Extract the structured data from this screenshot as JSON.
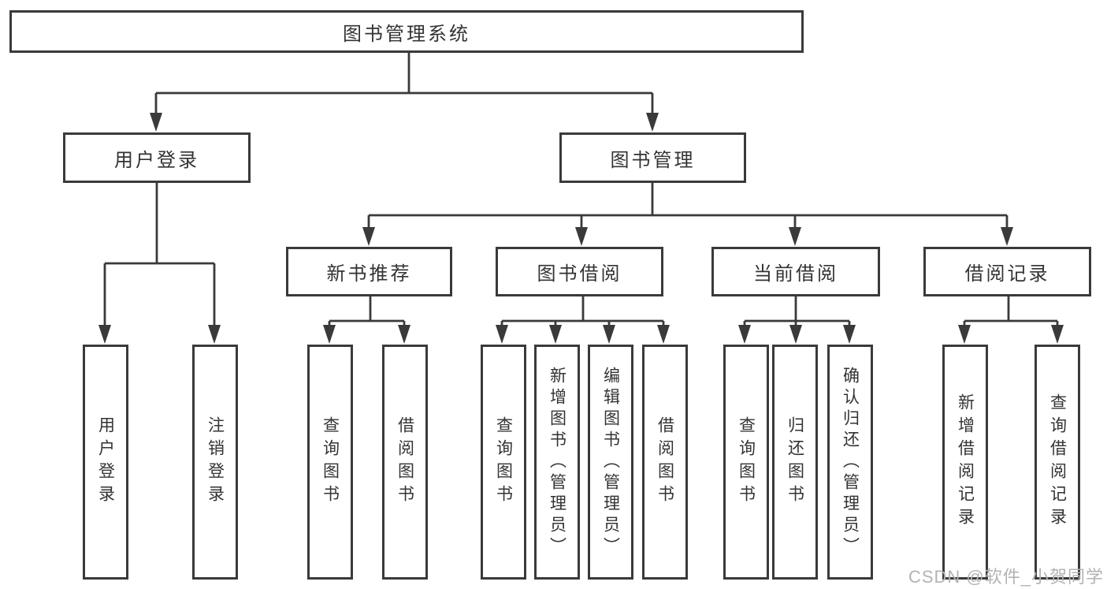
{
  "colors": {
    "line": "#3a3a3a",
    "text": "#333333",
    "watermark": "#b3b3b3",
    "background": "#ffffff"
  },
  "watermark": "CSDN @软件_小贺同学",
  "tree": {
    "root": "图书管理系统",
    "branches": [
      {
        "label": "用户登录",
        "children": [
          "用户登录",
          "注销登录"
        ]
      },
      {
        "label": "图书管理",
        "children": [
          {
            "label": "新书推荐",
            "children": [
              "查询图书",
              "借阅图书"
            ]
          },
          {
            "label": "图书借阅",
            "children": [
              "查询图书",
              "新增图书（管理员）",
              "编辑图书（管理员）",
              "借阅图书"
            ]
          },
          {
            "label": "当前借阅",
            "children": [
              "查询图书",
              "归还图书",
              "确认归还（管理员）"
            ]
          },
          {
            "label": "借阅记录",
            "children": [
              "新增借阅记录",
              "查询借阅记录"
            ]
          }
        ]
      }
    ]
  }
}
